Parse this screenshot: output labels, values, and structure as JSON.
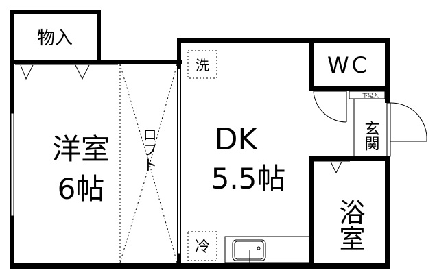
{
  "rooms": {
    "closet": "物入",
    "western_room_name": "洋室",
    "western_room_size": "6帖",
    "loft": "ロフト",
    "dk_name": "DK",
    "dk_size": "5.5帖",
    "wc": "WC",
    "entrance": "玄関",
    "shoe_box": "下足入",
    "bath": "浴室"
  },
  "fixtures": {
    "washer": "洗",
    "fridge": "冷"
  }
}
